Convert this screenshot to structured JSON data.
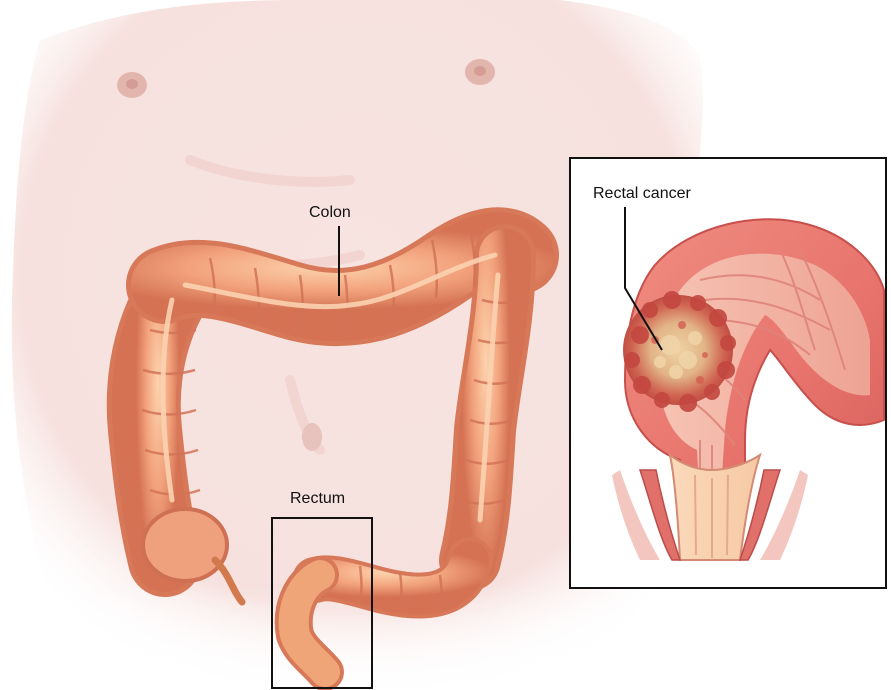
{
  "labels": {
    "colon": "Colon",
    "rectum": "Rectum",
    "rectal_cancer": "Rectal cancer"
  },
  "colors": {
    "background": "#ffffff",
    "skin": "#f7e4e2",
    "skin_shadow": "#ecc8c4",
    "colon": "#f0a07a",
    "colon_dark": "#d9775a",
    "colon_highlight": "#fbd0a8",
    "rectal_wall": "#e56e6a",
    "rectal_inner": "#f2b1a4",
    "tumor": "#c9463e",
    "tumor_core": "#e8c99c",
    "line": "#111111"
  }
}
